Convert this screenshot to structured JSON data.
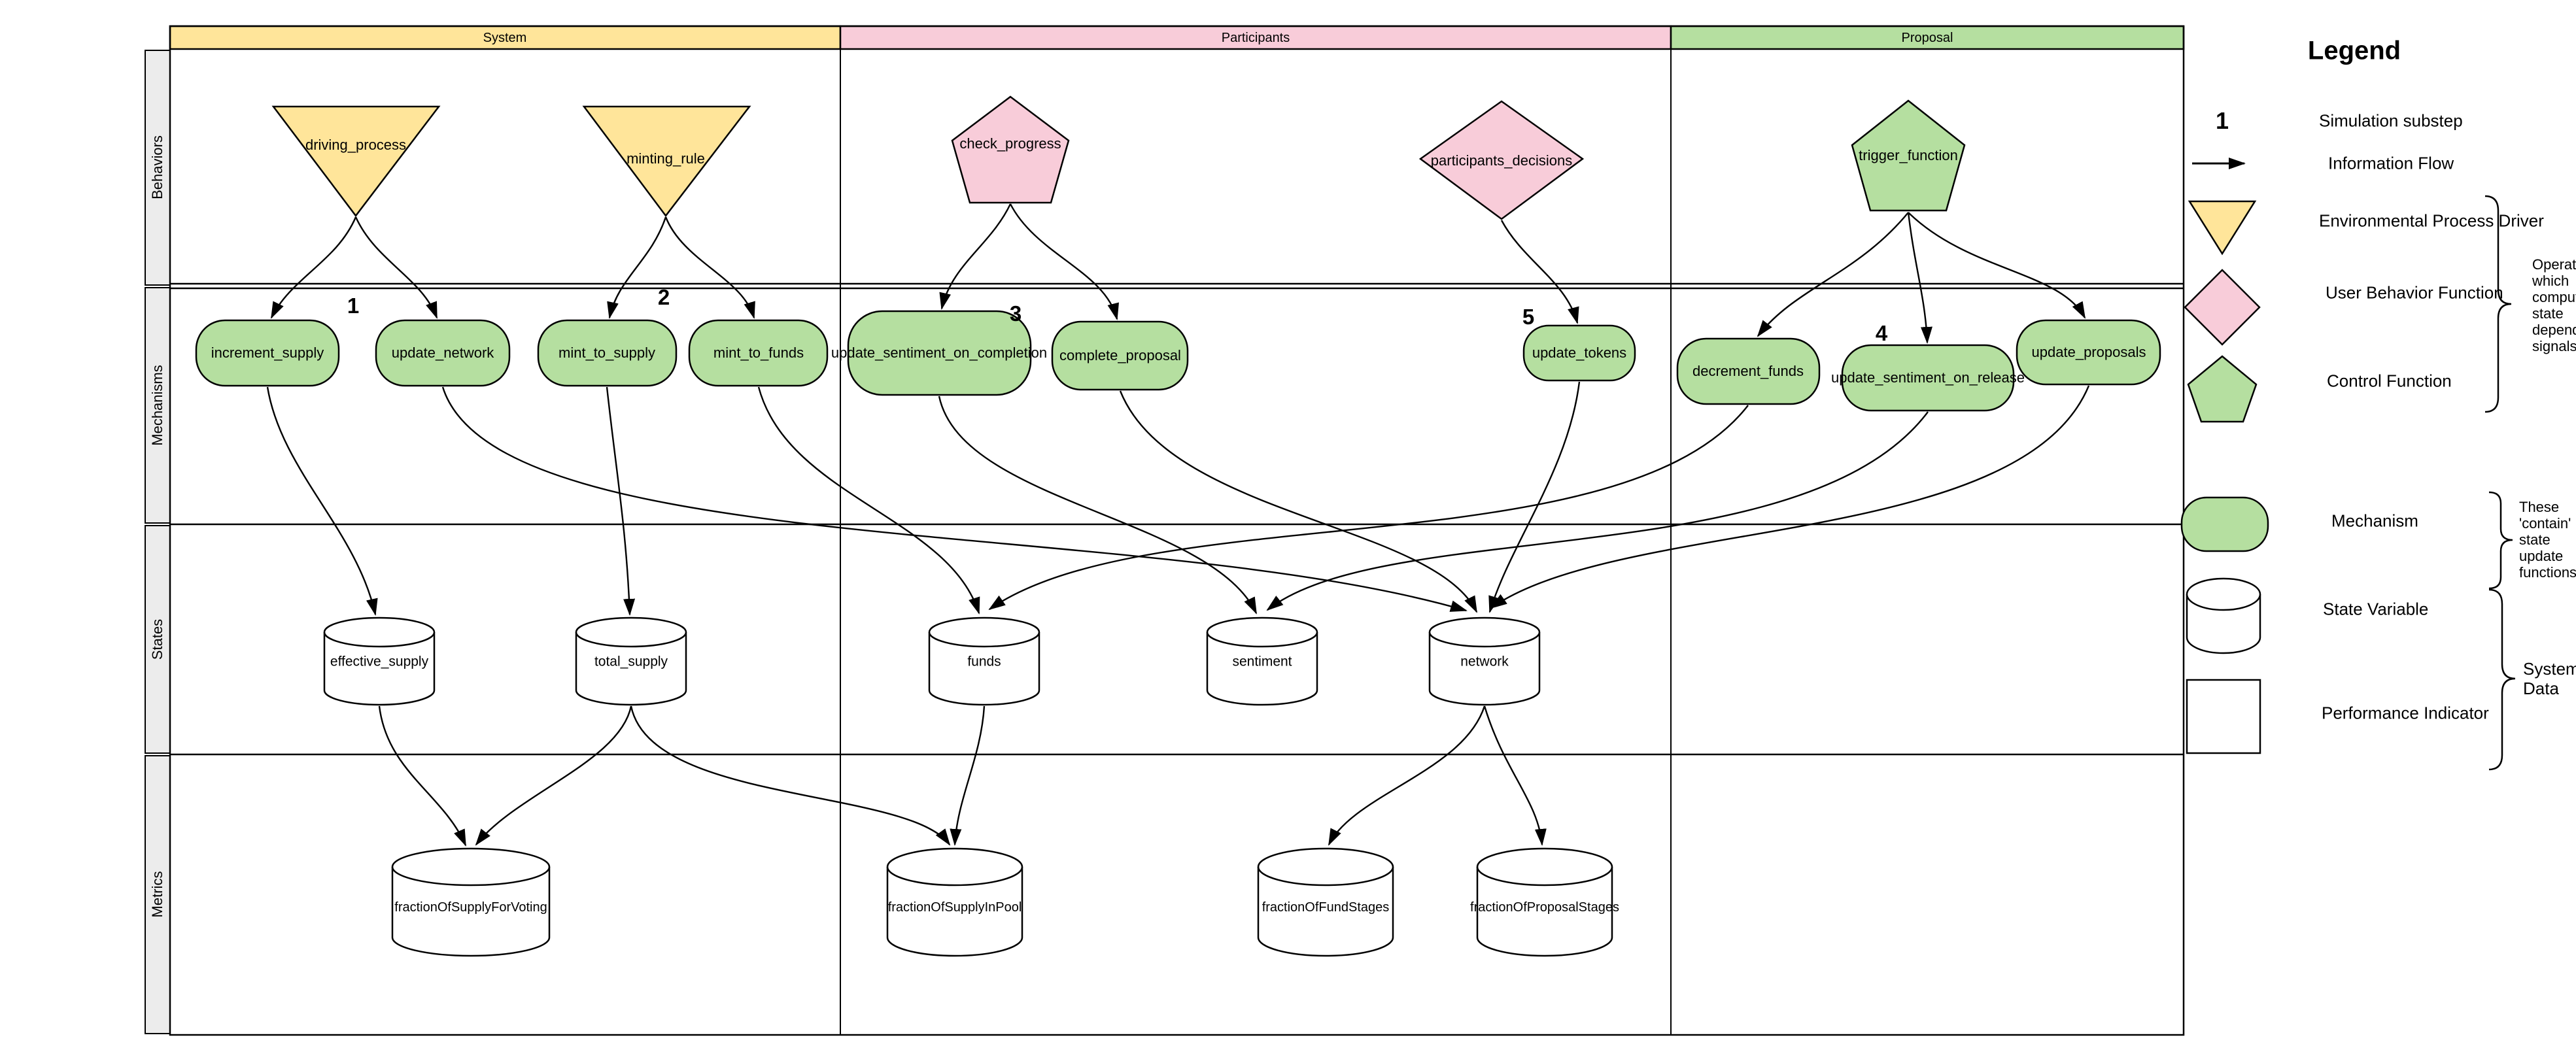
{
  "header": {
    "columns": [
      {
        "label": "System",
        "fill": "#ffe59a"
      },
      {
        "label": "Participants",
        "fill": "#f8ccd9"
      },
      {
        "label": "Proposal",
        "fill": "#b5dfa0"
      }
    ]
  },
  "lanes": [
    {
      "label": "Behaviors"
    },
    {
      "label": "Mechanisms"
    },
    {
      "label": "States"
    },
    {
      "label": "Metrics"
    }
  ],
  "behaviors": [
    {
      "label": "driving_process",
      "shape": "triangle-down"
    },
    {
      "label": "minting_rule",
      "shape": "triangle-down"
    },
    {
      "label": "check_progress",
      "shape": "pentagon"
    },
    {
      "label": "participants_decisions",
      "shape": "diamond"
    },
    {
      "label": "trigger_function",
      "shape": "pentagon"
    }
  ],
  "substeps": [
    {
      "label": "1"
    },
    {
      "label": "2"
    },
    {
      "label": "3"
    },
    {
      "label": "4"
    },
    {
      "label": "5"
    }
  ],
  "mechanisms": [
    {
      "label": "increment_supply"
    },
    {
      "label": "update_network"
    },
    {
      "label": "mint_to_supply"
    },
    {
      "label": "mint_to_funds"
    },
    {
      "label": "update_sentiment_on_completion"
    },
    {
      "label": "complete_proposal"
    },
    {
      "label": "update_tokens"
    },
    {
      "label": "decrement_funds"
    },
    {
      "label": "update_sentiment_on_release"
    },
    {
      "label": "update_proposals"
    }
  ],
  "states": [
    {
      "label": "effective_supply"
    },
    {
      "label": "total_supply"
    },
    {
      "label": "funds"
    },
    {
      "label": "sentiment"
    },
    {
      "label": "network"
    }
  ],
  "metrics": [
    {
      "label": "fractionOfSupplyForVoting"
    },
    {
      "label": "fractionOfSupplyInPool"
    },
    {
      "label": "fractionOfFundStages"
    },
    {
      "label": "fractionOfProposalStages"
    }
  ],
  "legend": {
    "title": "Legend",
    "items": [
      {
        "icon": "substep-number",
        "symbol": "1",
        "label": "Simulation substep"
      },
      {
        "icon": "arrow",
        "label": "Information Flow"
      },
      {
        "icon": "triangle-down",
        "label": "Environmental Process Driver"
      },
      {
        "icon": "diamond",
        "label": "User Behavior Function"
      },
      {
        "icon": "pentagon",
        "label": "Control Function"
      },
      {
        "icon": "pill",
        "label": "Mechanism"
      },
      {
        "icon": "cylinder",
        "label": "State Variable"
      },
      {
        "icon": "square",
        "label": "Performance Indicator"
      }
    ],
    "annotations": [
      {
        "text": "Operators which compute state dependent signals"
      },
      {
        "text": "These 'contain' state update functions"
      },
      {
        "text": "System Data"
      }
    ]
  },
  "colors": {
    "yellow": "#ffe59a",
    "pink": "#f8ccd9",
    "green": "#b5dfa0",
    "lane_gray": "#ececec",
    "line": "#000000"
  }
}
